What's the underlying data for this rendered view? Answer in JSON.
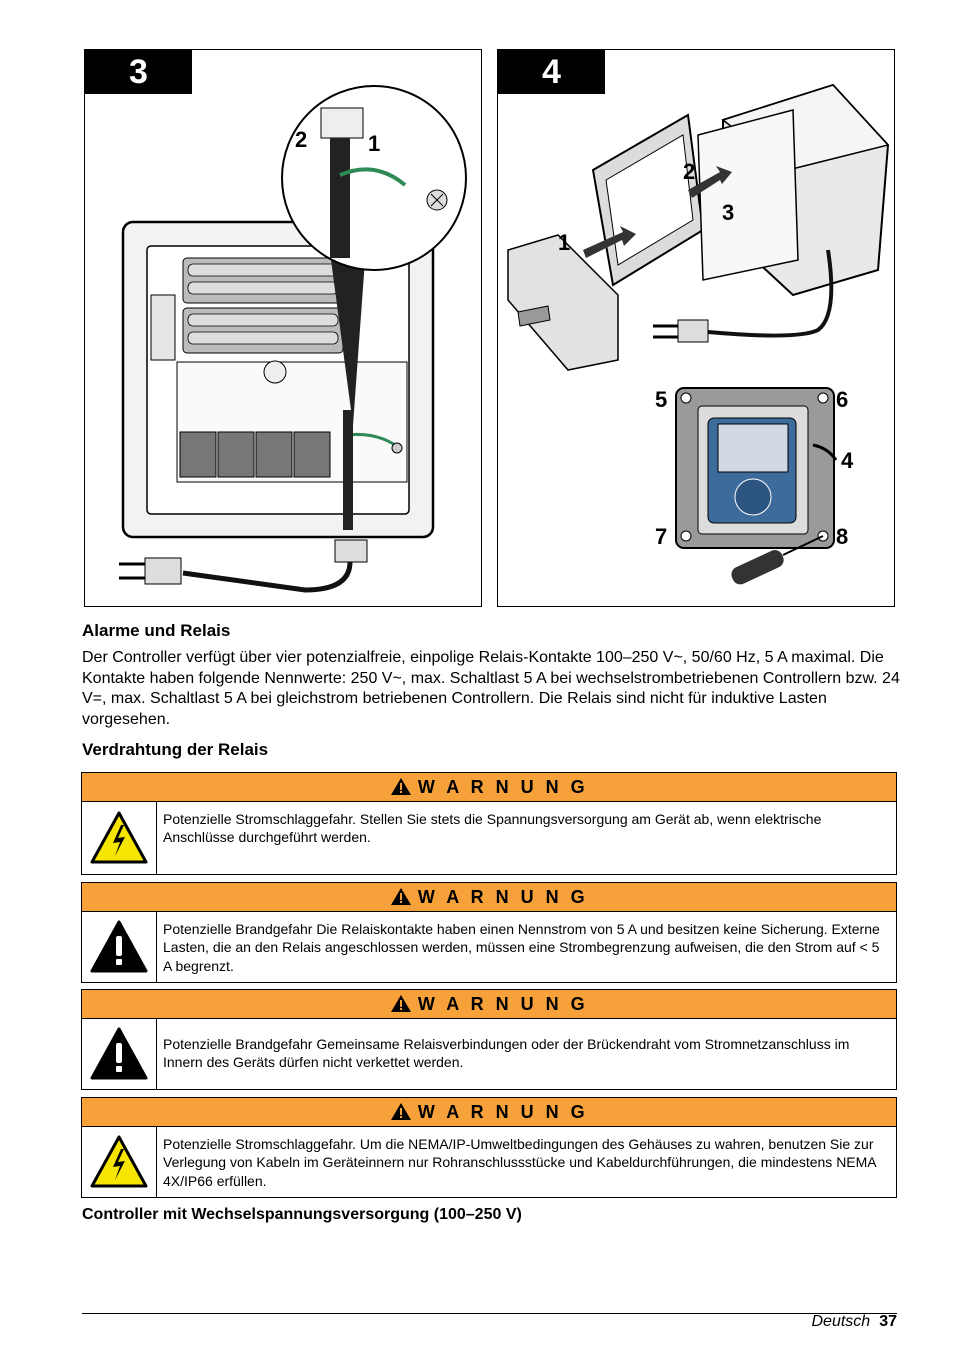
{
  "figures": [
    {
      "number": "3",
      "callouts": [
        "2",
        "1"
      ]
    },
    {
      "number": "4",
      "callouts": [
        "2",
        "3",
        "1",
        "5",
        "6",
        "4",
        "7",
        "8"
      ]
    }
  ],
  "section_title": "Alarme und Relais",
  "paragraph": "Der Controller verfügt über vier potenzialfreie, einpolige Relais-Kontakte 100–250 V~, 50/60 Hz, 5 A maximal. Die Kontakte haben folgende Nennwerte: 250 V~, max. Schaltlast 5 A bei wechselstrombetriebenen Controllern bzw. 24 V=, max. Schaltlast 5 A bei gleichstrom betriebenen Controllern. Die Relais sind nicht für induktive Lasten vorgesehen.",
  "subsection_title": "Verdrahtung der Relais",
  "warnings": [
    {
      "title": "W A R N U N G",
      "icon": "electric-shock-icon",
      "text": "Potenzielle Stromschlaggefahr. Stellen Sie stets die Spannungsversorgung am Gerät ab, wenn elektrische Anschlüsse durchgeführt werden."
    },
    {
      "title": "W A R N U N G",
      "icon": "exclamation-hazard-icon",
      "text": "Potenzielle Brandgefahr Die Relaiskontakte haben einen Nennstrom von 5 A und besitzen keine Sicherung. Externe Lasten, die an den Relais angeschlossen werden, müssen eine Strombegrenzung aufweisen, die den Strom auf < 5 A begrenzt."
    },
    {
      "title": "W A R N U N G",
      "icon": "exclamation-hazard-icon",
      "text": "Potenzielle Brandgefahr Gemeinsame Relaisverbindungen oder der Brückendraht vom Stromnetzanschluss im Innern des Geräts dürfen nicht verkettet werden."
    },
    {
      "title": "W A R N U N G",
      "icon": "electric-shock-icon",
      "text": "Potenzielle Stromschlaggefahr. Um die NEMA/IP-Umweltbedingungen des Gehäuses zu wahren, benutzen Sie zur Verlegung von Kabeln im Geräteinnern nur Rohranschlussstücke und Kabeldurchführungen, die mindestens NEMA 4X/IP66 erfüllen."
    }
  ],
  "bottom_heading": "Controller mit Wechselspannungsversorgung (100–250 V)",
  "footer": {
    "language": "Deutsch",
    "page_number": "37"
  },
  "colors": {
    "warning_header": "#f6a13a",
    "hazard_yellow": "#f5e500"
  }
}
